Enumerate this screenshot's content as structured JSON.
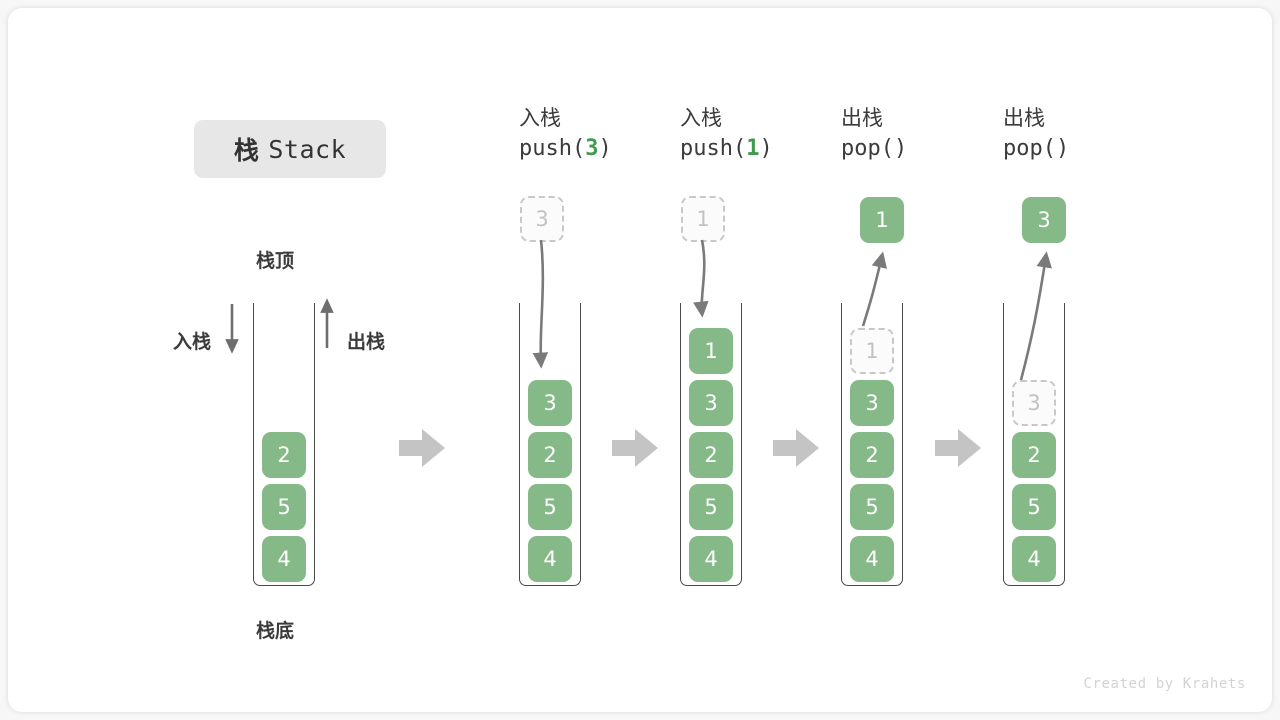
{
  "title": {
    "cn": "栈",
    "en": "Stack"
  },
  "labels": {
    "top": "栈顶",
    "bottom": "栈底",
    "push_side": "入栈",
    "pop_side": "出栈"
  },
  "colors": {
    "element_fill": "#85b987",
    "element_text": "#ffffff",
    "ghost_border": "#c8c8c8",
    "ghost_text": "#c2c2c2",
    "arrow_gray": "#7a7a7a",
    "block_arrow": "#c4c4c4",
    "accent_green": "#3f9b50",
    "chip_bg": "#e7e7e7",
    "stroke_dark": "#4a4a4a"
  },
  "steps": [
    {
      "id": "initial",
      "op_cn": "",
      "op_code": "",
      "op_arg": "",
      "stack": [
        "2",
        "5",
        "4"
      ],
      "floating": null,
      "ghost_in_stack": null,
      "ghost_above": null
    },
    {
      "id": "push-3",
      "op_cn": "入栈",
      "op_code_prefix": "push(",
      "op_arg": "3",
      "op_code_suffix": ")",
      "stack": [
        "3",
        "2",
        "5",
        "4"
      ],
      "ghost_above": "3",
      "ghost_in_stack": null,
      "arrow_dir": "down"
    },
    {
      "id": "push-1",
      "op_cn": "入栈",
      "op_code_prefix": "push(",
      "op_arg": "1",
      "op_code_suffix": ")",
      "stack": [
        "1",
        "3",
        "2",
        "5",
        "4"
      ],
      "ghost_above": "1",
      "ghost_in_stack": null,
      "arrow_dir": "down"
    },
    {
      "id": "pop-1",
      "op_cn": "出栈",
      "op_code_prefix": "pop(",
      "op_arg": "",
      "op_code_suffix": ")",
      "stack": [
        "3",
        "2",
        "5",
        "4"
      ],
      "floating": "1",
      "ghost_in_stack": {
        "value": "1",
        "slot": 0
      },
      "arrow_dir": "up"
    },
    {
      "id": "pop-3",
      "op_cn": "出栈",
      "op_code_prefix": "pop(",
      "op_arg": "",
      "op_code_suffix": ")",
      "stack": [
        "2",
        "5",
        "4"
      ],
      "floating": "3",
      "ghost_in_stack": {
        "value": "3",
        "slot": 0
      },
      "arrow_dir": "up"
    }
  ],
  "watermark": "Created by Krahets"
}
